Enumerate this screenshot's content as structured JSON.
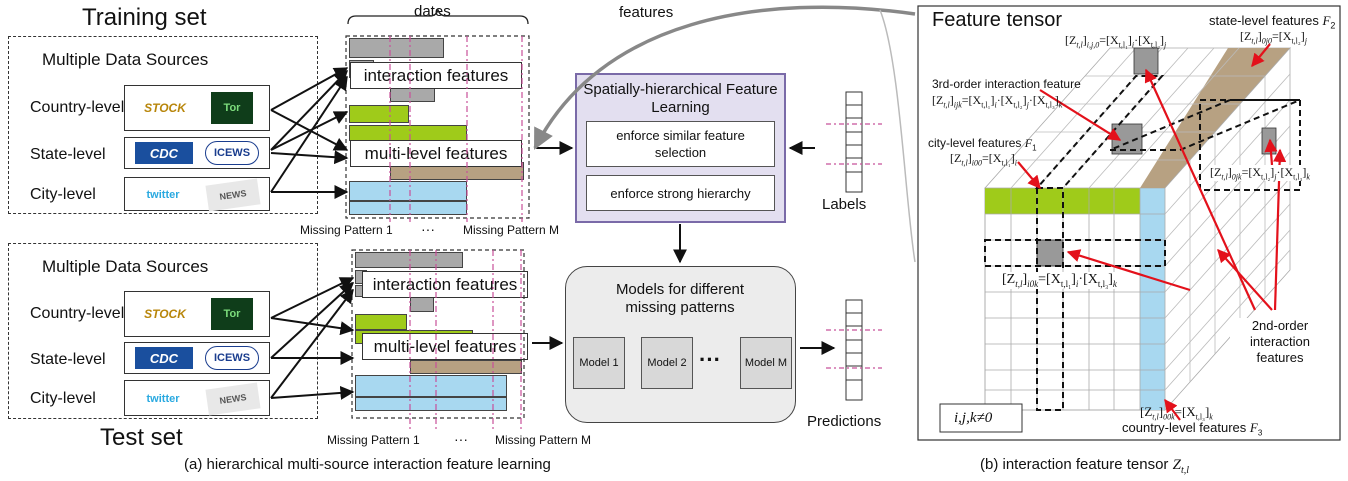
{
  "training": {
    "title": "Training set",
    "sources_title": "Multiple Data Sources",
    "levels": [
      "Country-level",
      "State-level",
      "City-level"
    ],
    "dates": "dates",
    "interaction": "interaction features",
    "multilevel": "multi-level features",
    "mp1": "Missing Pattern 1",
    "dots": "···",
    "mpm": "Missing Pattern M"
  },
  "test": {
    "title": "Test set",
    "sources_title": "Multiple Data Sources",
    "levels": [
      "Country-level",
      "State-level",
      "City-level"
    ],
    "interaction": "interaction features",
    "multilevel": "multi-level features",
    "mp1": "Missing Pattern 1",
    "dots": "···",
    "mpm": "Missing Pattern M"
  },
  "logos": {
    "stock": "STOCK",
    "tor": "Tor",
    "cdc": "CDC",
    "gdelt": "ICEWS",
    "twitter": "twitter",
    "news": "NEWS"
  },
  "sfl": {
    "title": "Spatially-hierarchical Feature Learning",
    "box1": "enforce similar feature selection",
    "box2": "enforce strong hierarchy"
  },
  "models": {
    "title": "Models for different missing patterns",
    "m1": "Model 1",
    "m2": "Model 2",
    "dots": "···",
    "mm": "Model M"
  },
  "labels": "Labels",
  "features_arrow": "features",
  "predictions": "Predictions",
  "caption_a": "(a) hierarchical multi-source interaction feature learning",
  "caption_b": "(b) interaction feature tensor",
  "caption_b_sym": "Z",
  "caption_b_sub": "t,l",
  "tensor": {
    "title": "Feature tensor",
    "state_feat": "state-level features",
    "state_sym": "F",
    "state_sub": "2",
    "z_ij0": "[Z",
    "z_ij0_sub": "t,l",
    "z_ij0_idx": "i,j,0",
    "z_ij0_rhs": "=[X",
    "z_ij0_rhs_sub1": "t,l₁",
    "z_ij0_rhs_i": "i",
    "z_ij0_mid": "·[X",
    "z_ij0_rhs_sub2": "t,l₂",
    "z_ij0_rhs_j": "j",
    "z_0j0": "[Z",
    "z_0j0_sub": "t,l",
    "z_0j0_idx": "0j0",
    "z_0j0_rhs": "=[X",
    "z_0j0_rhs_sub": "t,l₂",
    "z_0j0_rhs_j": "j",
    "third_order": "3rd-order interaction feature",
    "z_ijk": "[Z",
    "z_ijk_sub": "t,l",
    "z_ijk_idx": "ijk",
    "z_ijk_rhs": "=[X",
    "z_ijk_rhs_sub1": "t,l₁",
    "z_ijk_rhs_i": "i",
    "z_ijk_mid1": "·[X",
    "z_ijk_rhs_sub2": "t,l₂",
    "z_ijk_rhs_j": "j",
    "z_ijk_mid2": "·[X",
    "z_ijk_rhs_sub3": "t,l₃",
    "z_ijk_rhs_k": "k",
    "city_feat": "city-level features",
    "city_sym": "F",
    "city_sub": "1",
    "z_i00": "[Z",
    "z_i00_sub": "t,l",
    "z_i00_idx": "i00",
    "z_i00_rhs": "=[X",
    "z_i00_rhs_sub": "t,l₁",
    "z_i00_rhs_i": "i",
    "z_0jk": "[Z",
    "z_0jk_sub": "t,l",
    "z_0jk_idx": "0jk",
    "z_0jk_rhs": "=[X",
    "z_0jk_rhs_sub1": "t,l₂",
    "z_0jk_rhs_j": "j",
    "z_0jk_mid": "·[X",
    "z_0jk_rhs_sub2": "t,l₃",
    "z_0jk_rhs_k": "k",
    "z_i0k": "[Z",
    "z_i0k_sub": "t,l",
    "z_i0k_idx": "i0k",
    "z_i0k_rhs": "=[X",
    "z_i0k_rhs_sub1": "t,l₁",
    "z_i0k_rhs_i": "i",
    "z_i0k_mid": "·[X",
    "z_i0k_rhs_sub2": "t,l₃",
    "z_i0k_rhs_k": "k",
    "second_order": "2nd-order interaction features",
    "ijk_cond": "i,j,k≠0",
    "z_00k": "[Z",
    "z_00k_sub": "t,l",
    "z_00k_idx": "00k",
    "z_00k_rhs": "=[X",
    "z_00k_rhs_sub": "t,l₃",
    "z_00k_rhs_k": "k",
    "country_feat": "country-level features",
    "country_sym": "F",
    "country_sub": "3"
  },
  "colors": {
    "gray_bar": "#a9a9a9",
    "green": "#9fcb1a",
    "brown": "#b7a182",
    "blue": "#a8d8f0",
    "purple_bg": "#e3dff0",
    "purple_border": "#7a6aa8",
    "models_bg": "#ececec",
    "red": "#e3111b",
    "pink": "#c8509a"
  }
}
